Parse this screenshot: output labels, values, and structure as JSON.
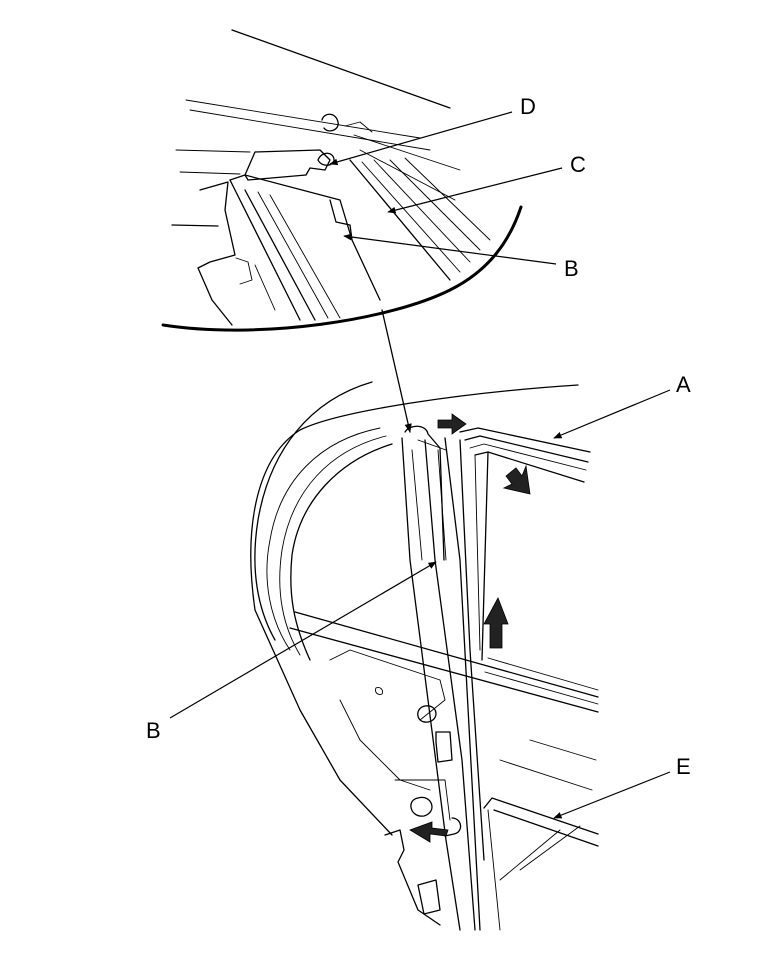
{
  "callouts": {
    "a": "A",
    "b_upper": "B",
    "b_lower": "B",
    "c": "C",
    "d": "D",
    "e": "E"
  }
}
